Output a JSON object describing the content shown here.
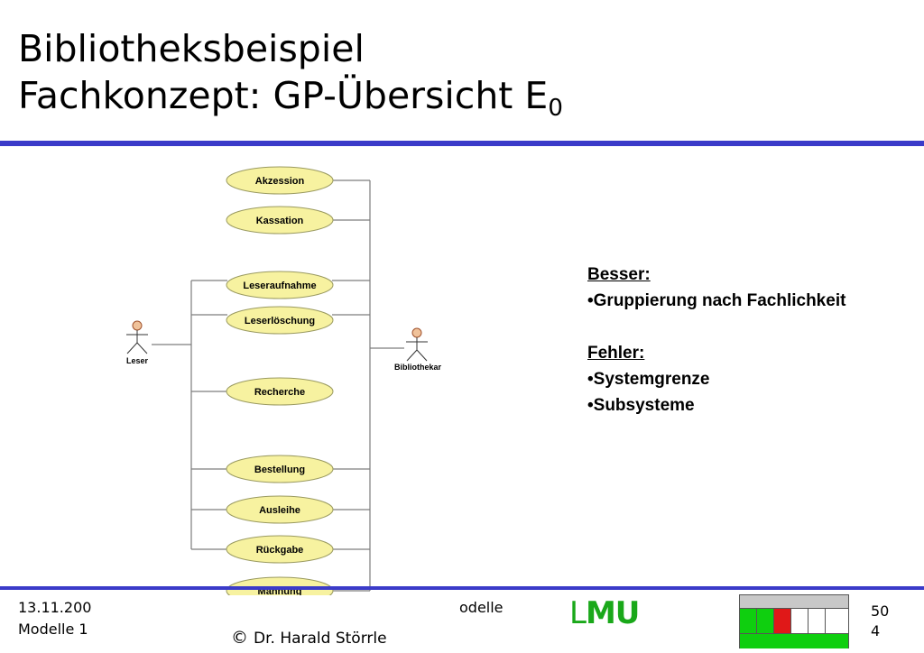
{
  "title": {
    "line1": "Bibliotheksbeispiel",
    "line2": "Fachkonzept: GP-Übersicht E",
    "line2_sub": "0"
  },
  "diagram": {
    "actors": [
      "Leser",
      "Bibliothekar"
    ],
    "use_cases": [
      "Akzession",
      "Kassation",
      "Leseraufnahme",
      "Leserlöschung",
      "Recherche",
      "Bestellung",
      "Ausleihe",
      "Rückgabe",
      "Mahnung"
    ]
  },
  "notes": {
    "better_heading": "Besser:",
    "better_items": [
      "•Gruppierung nach Fachlichkeit"
    ],
    "errors_heading": "Fehler:",
    "error_items": [
      "•Systemgrenze",
      "•Subsysteme"
    ]
  },
  "footer": {
    "date": "13.11.200",
    "module": "Modelle 1",
    "course_fragment": "odelle",
    "copyright_symbol": "©",
    "copyright": "Dr. Harald Störrle",
    "logo_l": "L",
    "logo_mu": "MU",
    "page_top": "50",
    "page_bottom": "4"
  },
  "colors": {
    "rule": "#3b3bc9",
    "usecase_fill": "#f7f2a0",
    "logo": "#1aa81a",
    "nav_active": "#e01818",
    "nav_green": "#0fcf0f"
  }
}
